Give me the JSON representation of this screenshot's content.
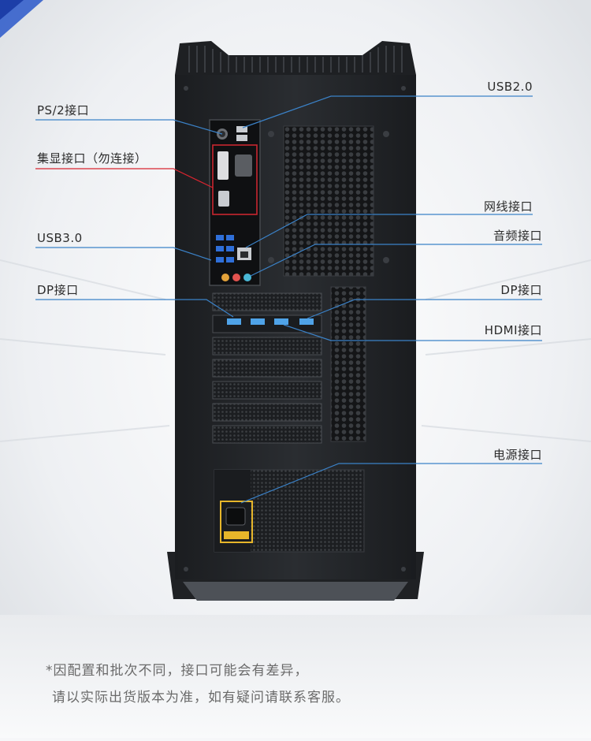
{
  "callouts": {
    "ps2": "PS/2接口",
    "integrated_display": "集显接口（勿连接）",
    "usb30": "USB3.0",
    "dp_left": "DP接口",
    "usb20": "USB2.0",
    "network": "网线接口",
    "audio": "音频接口",
    "dp_right": "DP接口",
    "hdmi": "HDMI接口",
    "power": "电源接口"
  },
  "notes": {
    "line1": "*因配置和批次不同，接口可能会有差异，",
    "line2": "请以实际出货版本为准，如有疑问请联系客服。"
  },
  "colors": {
    "accent_line": "#3b82c8",
    "warning_line": "#d8242f",
    "case_body": "#26292d"
  }
}
